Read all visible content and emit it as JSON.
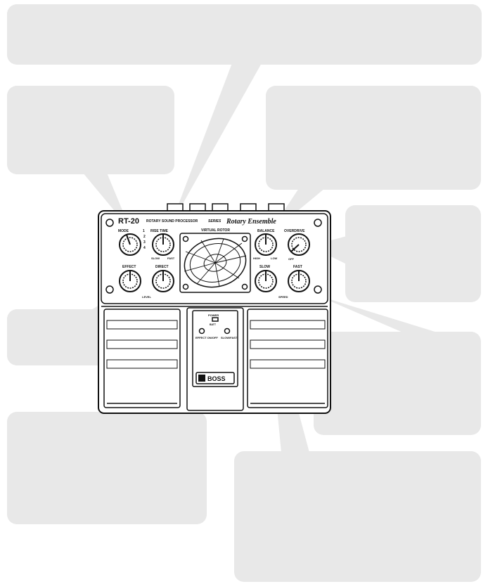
{
  "pedal": {
    "model": "RT-20",
    "subtitle": "ROTARY SOUND PROCESSOR",
    "series": "SERIES",
    "brand_script": "Rotary Ensemble",
    "logo": "BOSS",
    "virtual_rotor": "VIRTUAL ROTOR",
    "power": "POWER",
    "power_sub": "BATT",
    "led_left": "EFFECT ON/OFF",
    "led_right": "SLOW/FAST"
  },
  "controls": {
    "mode": "MODE",
    "mode_marks": [
      "1",
      "2",
      "3",
      "4"
    ],
    "rise_time": "RISE TIME",
    "balance": "BALANCE",
    "overdrive": "OVERDRIVE",
    "effect": "EFFECT",
    "direct": "DIRECT",
    "slow": "SLOW",
    "fast": "FAST",
    "level": "LEVEL",
    "speed": "SPEED",
    "bal_left": "HIGH",
    "bal_right": "LOW",
    "od_off": "OFF",
    "rise_left": "SLOW",
    "rise_right": "FAST"
  },
  "colors": {
    "callout": "#e8e8e8",
    "ink": "#111111"
  }
}
